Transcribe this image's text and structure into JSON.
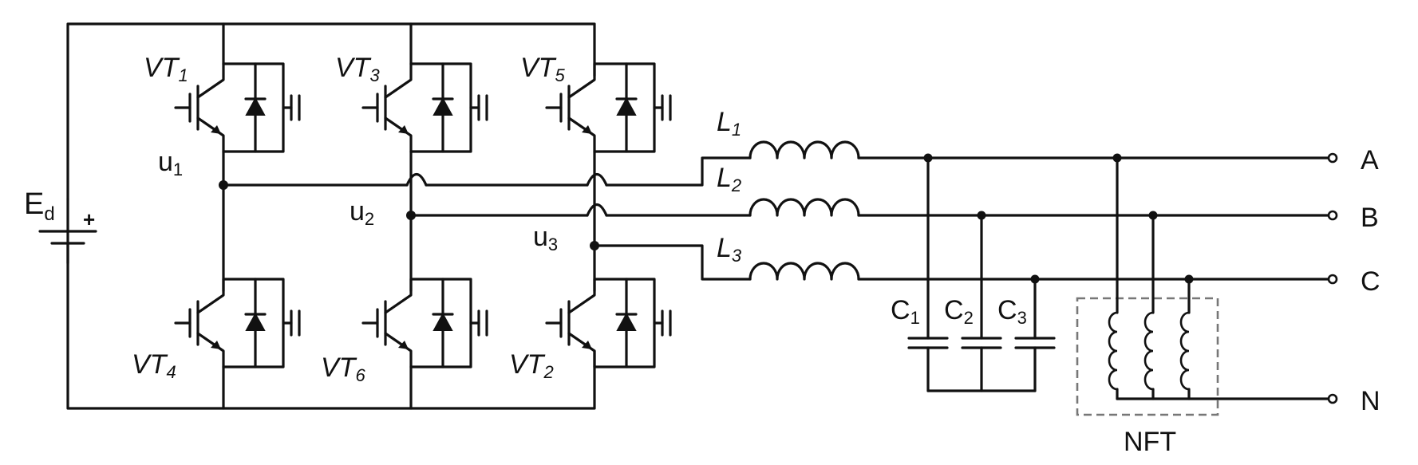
{
  "source": {
    "label": "E",
    "sub": "d",
    "plus": "+"
  },
  "switches": {
    "vt1": {
      "main": "VT",
      "sub": "1"
    },
    "vt3": {
      "main": "VT",
      "sub": "3"
    },
    "vt5": {
      "main": "VT",
      "sub": "5"
    },
    "vt4": {
      "main": "VT",
      "sub": "4"
    },
    "vt6": {
      "main": "VT",
      "sub": "6"
    },
    "vt2": {
      "main": "VT",
      "sub": "2"
    }
  },
  "nodes": {
    "u1": {
      "main": "u",
      "sub": "1"
    },
    "u2": {
      "main": "u",
      "sub": "2"
    },
    "u3": {
      "main": "u",
      "sub": "3"
    }
  },
  "inductors": {
    "l1": {
      "main": "L",
      "sub": "1"
    },
    "l2": {
      "main": "L",
      "sub": "2"
    },
    "l3": {
      "main": "L",
      "sub": "3"
    }
  },
  "capacitors": {
    "c1": {
      "main": "C",
      "sub": "1"
    },
    "c2": {
      "main": "C",
      "sub": "2"
    },
    "c3": {
      "main": "C",
      "sub": "3"
    }
  },
  "terminals": {
    "a": "A",
    "b": "B",
    "c": "C",
    "n": "N"
  },
  "transformer": {
    "label": "NFT"
  }
}
